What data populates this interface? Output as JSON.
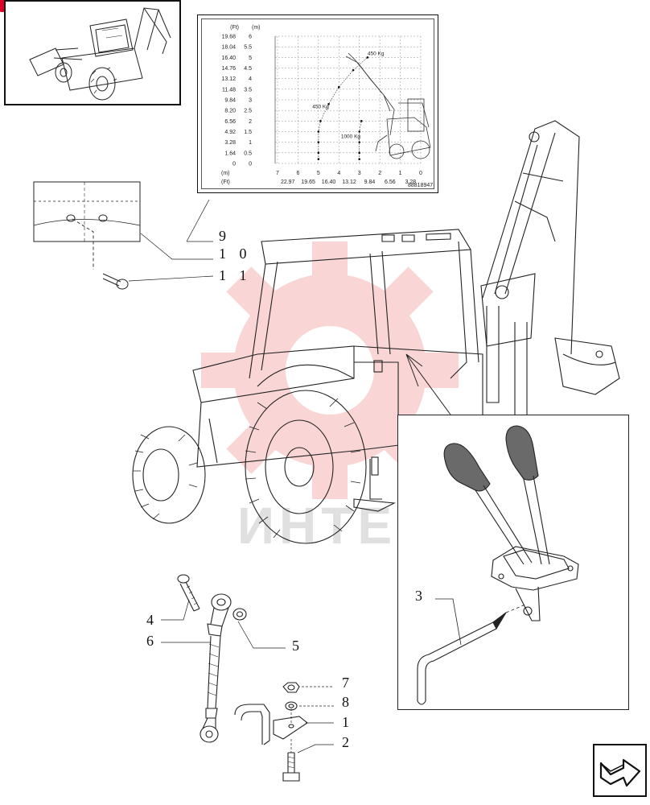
{
  "callouts": {
    "c9": "9",
    "c10": "1 0",
    "c11": "1 1",
    "c4": "4",
    "c6": "6",
    "c5": "5",
    "c7": "7",
    "c8": "8",
    "c1": "1",
    "c2": "2",
    "c3": "3"
  },
  "load_chart": {
    "ft_header": "(Ft)",
    "m_header": "(m)",
    "ft_values": [
      "19.68",
      "18.04",
      "16.40",
      "14.76",
      "13.12",
      "11.48",
      "9.84",
      "8.20",
      "6.56",
      "4.92",
      "3.28",
      "1.64",
      "0"
    ],
    "m_values": [
      "6",
      "5.5",
      "5",
      "4.5",
      "4",
      "3.5",
      "3",
      "2.5",
      "2",
      "1.5",
      "1",
      "0.5",
      "0"
    ],
    "x_m_header": "(m)",
    "x_m_values": [
      "7",
      "6",
      "5",
      "4",
      "3",
      "2",
      "1",
      "0"
    ],
    "x_ft_header": "(Ft)",
    "x_ft_values": [
      "22.97",
      "19.65",
      "16.40",
      "13.12",
      "9.84",
      "6.56",
      "3.28"
    ],
    "curve_labels": [
      "450 Kg",
      "450 Kg",
      "1000 Kg"
    ],
    "figure_code": "88818947"
  },
  "watermark": "ИНТЕХ",
  "colors": {
    "watermark_red": "#f2a3a3",
    "corner_marker": "#e0002a",
    "line": "#111111"
  },
  "icons": {
    "nav": "next-page-arrow-icon",
    "thumbnail": "backhoe-loader-thumbnail"
  }
}
